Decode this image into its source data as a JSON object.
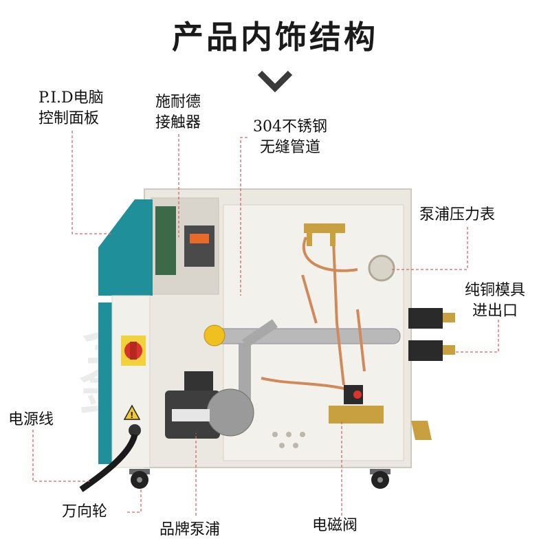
{
  "title": "产品内饰结构",
  "labels": {
    "pid_line1": "P.I.D电脑",
    "pid_line2": "控制面板",
    "schneider_line1": "施耐德",
    "schneider_line2": "接触器",
    "pipe_line1": "304不锈钢",
    "pipe_line2": "无缝管道",
    "gauge": "泵浦压力表",
    "mold_line1": "纯铜模具",
    "mold_line2": "进出口",
    "power": "电源线",
    "wheel": "万向轮",
    "pump": "品牌泵浦",
    "valve": "电磁阀"
  },
  "icons": [
    "chevron-down-icon",
    "warning-icon"
  ],
  "colors": {
    "panel_teal": "#1f8f9a",
    "leader": "#e06060",
    "cabinet": "#ece9e2"
  }
}
